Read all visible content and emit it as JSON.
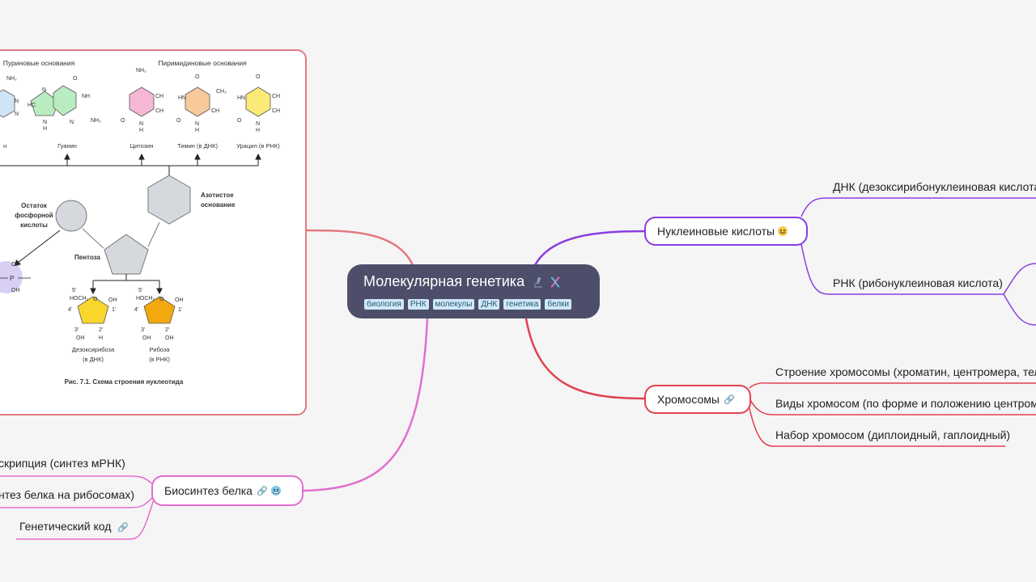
{
  "root": {
    "title": "Молекулярная генетика",
    "icons": [
      "microscope-icon",
      "dna-icon"
    ],
    "tags": [
      "биология",
      "РНК",
      "молекулы",
      "ДНК",
      "генетика",
      "белки"
    ]
  },
  "branches": {
    "nucleic": {
      "label": "Нуклеиновые кислоты",
      "icon": "grinning-face-icon",
      "children": [
        "ДНК (дезоксирибонуклеиновая кислота",
        "РНК (рибонуклеиновая кислота)"
      ]
    },
    "chromosomes": {
      "label": "Хромосомы",
      "icon": "link-icon",
      "children": [
        "Строение хромосомы (хроматин, центромера, тело",
        "Виды хромосом (по форме и положению центромер",
        "Набор хромосом (диплоидный, гаплоидный)"
      ]
    },
    "biosynthesis": {
      "label": "Биосинтез белка",
      "icons": [
        "link-icon",
        "cold-face-icon"
      ],
      "children": [
        "скрипция (синтез мРНК)",
        "нтез белка на рибосомах)",
        "Генетический код"
      ],
      "child_icon": "link-icon"
    }
  },
  "figure": {
    "purines_label": "Пуриновые основания",
    "pyrimidines_label": "Пиримидиновые основания",
    "bases": [
      "н",
      "Гуанин",
      "Цитозин",
      "Тимин (в ДНК)",
      "Урацил (в РНК)"
    ],
    "phosphate_label": "Остаток фосфорной кислоты",
    "phosphate_lines": [
      "Остаток",
      "фосфорной",
      "кислоты"
    ],
    "base_label_lines": [
      "Азотистое",
      "основание"
    ],
    "pentose_label": "Пентоза",
    "sugars": [
      "Дезоксирибоза",
      "(в ДНК)",
      "Рибоза",
      "(в РНК)"
    ],
    "caption": "Рис. 7.1. Схема строения нуклеотида",
    "atoms": {
      "nh2": "NH₂",
      "oh": "OH",
      "h": "H",
      "nh": "NH",
      "n": "N",
      "o": "O",
      "hc": "HC",
      "ch": "CH",
      "hn": "HN",
      "c": "C",
      "ch3": "CH₃",
      "p": "P",
      "hoch2": "HOCH₂",
      "c5": "5'",
      "c4": "4'",
      "c3": "3'",
      "c2": "2'",
      "c1": "1'"
    }
  },
  "colors": {
    "background": "#f5f5f5",
    "root": "#4d4f6a",
    "nucleic": "#8a3fe0",
    "chromosomes": "#e0414f",
    "biosynthesis": "#e16fcf",
    "figure": "#e27a80",
    "tag_bg": "#cfe8f7"
  }
}
